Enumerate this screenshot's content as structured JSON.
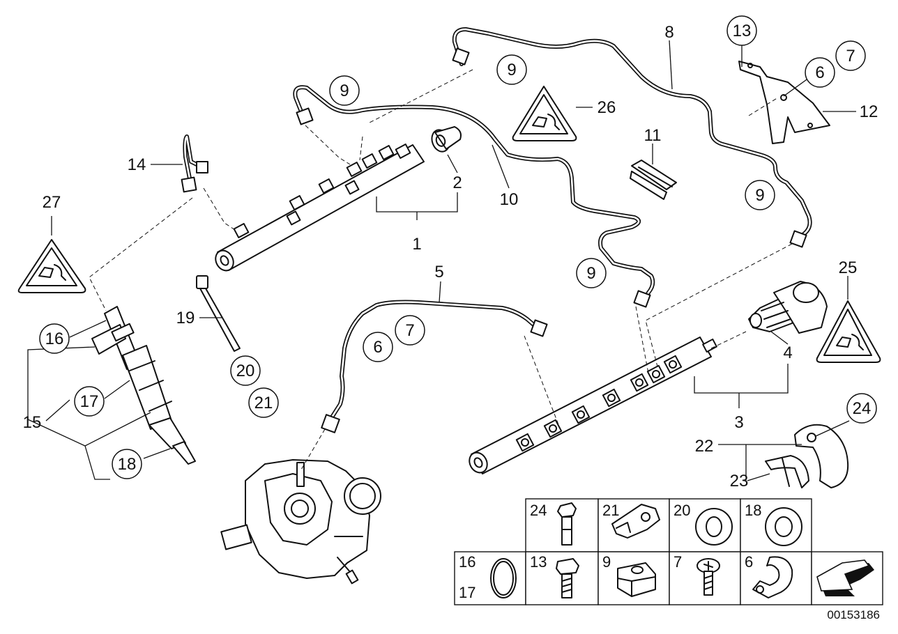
{
  "labels": {
    "l1": "1",
    "l2": "2",
    "l3": "3",
    "l4": "4",
    "l5": "5",
    "l8": "8",
    "l10": "10",
    "l11": "11",
    "l12": "12",
    "l14": "14",
    "l15": "15",
    "l19": "19",
    "l22": "22",
    "l23": "23",
    "l25": "25",
    "l26": "26",
    "l27": "27"
  },
  "callouts": {
    "c13": "13",
    "c7a": "7",
    "c6a": "6",
    "c9a": "9",
    "c9b": "9",
    "c9c": "9",
    "c9d": "9",
    "c16": "16",
    "c17": "17",
    "c18": "18",
    "c20": "20",
    "c21": "21",
    "c6b": "6",
    "c7b": "7",
    "c24": "24"
  },
  "parts_grid": {
    "row1": [
      "24",
      "21",
      "20",
      "18"
    ],
    "row2_first": [
      "16",
      "17"
    ],
    "row2": [
      "13",
      "9",
      "7",
      "6"
    ]
  },
  "doc_number": "00153186"
}
